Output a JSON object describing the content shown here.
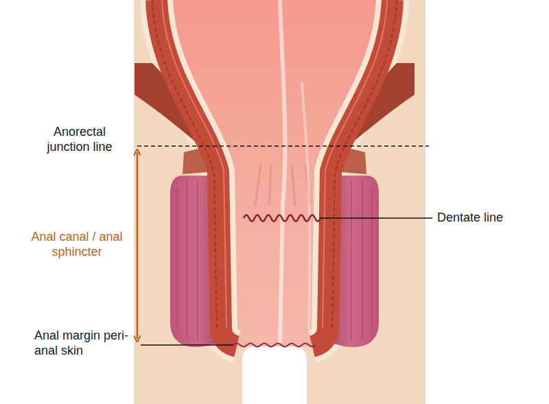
{
  "diagram": {
    "labels": [
      "Anorectal junction line",
      "Anal canal / anal sphincter",
      "Dentate line",
      "Anal margin peri-anal skin"
    ]
  }
}
